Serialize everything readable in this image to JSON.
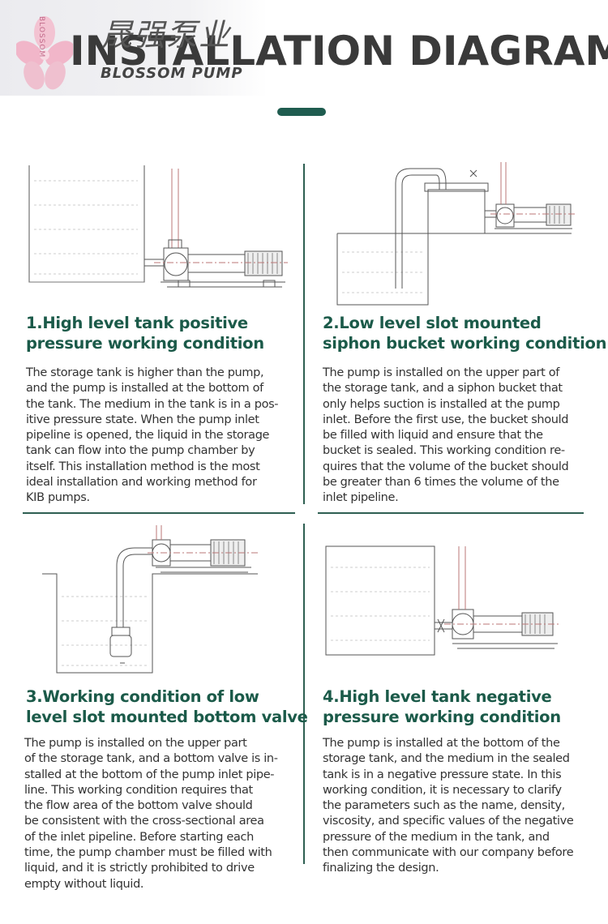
{
  "header": {
    "logo_cn": "晟强泵业",
    "logo_en": "BLOSSOM PUMP",
    "logo_vertical": "BLOSSOM",
    "title": "INSTALLATION DIAGRAM"
  },
  "colors": {
    "accent": "#1f5c4f",
    "title_green": "#1b5a49",
    "text": "#333333"
  },
  "sections": [
    {
      "title_line1": "1.High level tank positive",
      "title_line2": "pressure working condition",
      "body": "The storage tank is higher than the pump,\nand the pump is installed at the bottom of\nthe tank. The medium in the tank is in a pos-\nitive pressure state. When the pump inlet\npipeline is opened, the liquid in the storage\ntank can flow into the pump chamber by\nitself. This installation method is the most\nideal installation and working method for\nKIB pumps."
    },
    {
      "title_line1": "2.Low level slot mounted",
      "title_line2": "siphon bucket working condition",
      "body": "The pump is installed on the upper part of\nthe storage tank, and a siphon bucket that\nonly helps suction is installed at the pump\ninlet. Before the first use, the bucket should\nbe filled with liquid and ensure that the\nbucket is sealed. This working condition re-\nquires that the volume of the bucket should\nbe greater than 6 times the volume of the\ninlet pipeline."
    },
    {
      "title_line1": "3.Working condition of low",
      "title_line2": "level slot mounted bottom valve",
      "body": "The pump is installed on the upper part\nof the storage tank, and a bottom valve is in-\nstalled at the bottom of the pump inlet pipe-\nline. This working condition requires that\nthe flow area of the bottom valve should\nbe consistent with the cross-sectional area\nof the inlet pipeline. Before starting each\ntime, the pump chamber must be filled with\nliquid, and it is strictly prohibited to drive\nempty without liquid."
    },
    {
      "title_line1": "4.High level tank negative",
      "title_line2": "pressure working condition",
      "body": "The pump is installed at the bottom of the\nstorage tank, and the medium in the sealed\ntank is in a negative pressure state. In this\nworking condition, it is necessary to clarify\nthe parameters such as the name, density,\nviscosity, and specific values of the negative\npressure of the medium in the tank, and\nthen communicate with our company before\nfinalizing the design."
    }
  ]
}
